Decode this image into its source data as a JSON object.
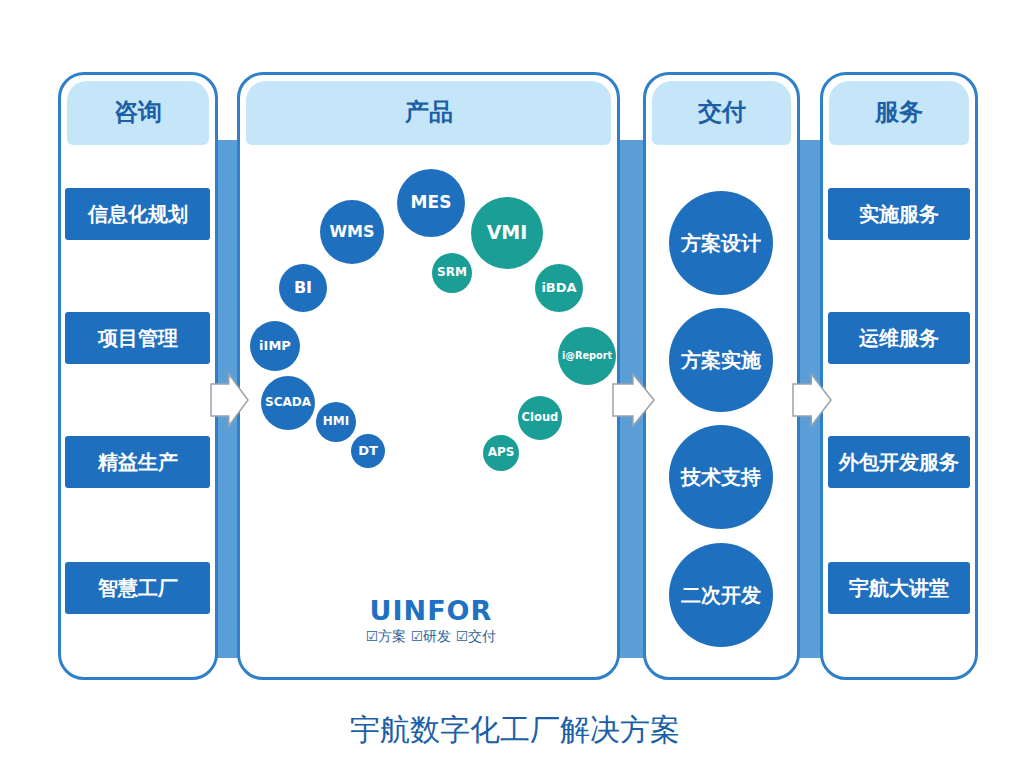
{
  "diagram": {
    "caption": "宇航数字化工厂解决方案",
    "nodes": [
      {
        "text": [
          "咨询"
        ]
      },
      {
        "text": [
          "信息化规划"
        ],
        "in": 0
      },
      {
        "text": [
          "项目管理"
        ],
        "in": 0
      },
      {
        "text": [
          "精益生产"
        ],
        "in": 0
      },
      {
        "text": [
          "智慧工厂"
        ],
        "in": 0
      },
      {
        "text": [
          "产品"
        ]
      },
      {
        "text": [
          "MES"
        ],
        "in": 5
      },
      {
        "text": [
          "WMS"
        ],
        "in": 5
      },
      {
        "text": [
          "VMI"
        ],
        "in": 5
      },
      {
        "text": [
          "BI"
        ],
        "in": 5
      },
      {
        "text": [
          "SRM"
        ],
        "in": 5
      },
      {
        "text": [
          "iBDA"
        ],
        "in": 5
      },
      {
        "text": [
          "iIMP"
        ],
        "in": 5
      },
      {
        "text": [
          "i@Report"
        ],
        "in": 5
      },
      {
        "text": [
          "SCADA"
        ],
        "in": 5
      },
      {
        "text": [
          "Cloud"
        ],
        "in": 5
      },
      {
        "text": [
          "HMI"
        ],
        "in": 5
      },
      {
        "text": [
          "DT"
        ],
        "in": 5
      },
      {
        "text": [
          "APS"
        ],
        "in": 5
      },
      {
        "text": [
          "交付"
        ]
      },
      {
        "text": [
          "方案设计"
        ],
        "in": 19
      },
      {
        "text": [
          "方案实施"
        ],
        "in": 19
      },
      {
        "text": [
          "技术支持"
        ],
        "in": 19
      },
      {
        "text": [
          "二次开发"
        ],
        "in": 19
      },
      {
        "text": [
          "服务"
        ]
      },
      {
        "text": [
          "实施服务"
        ],
        "in": 24
      },
      {
        "text": [
          "运维服务"
        ],
        "in": 24
      },
      {
        "text": [
          "外包开发服务"
        ],
        "in": 24
      },
      {
        "text": [
          "宇航大讲堂"
        ],
        "in": 24
      }
    ],
    "edges": [
      {
        "from": 0,
        "to": 5,
        "arrow": "to"
      },
      {
        "from": 5,
        "to": 19,
        "arrow": "to"
      },
      {
        "from": 19,
        "to": 24,
        "arrow": "to"
      }
    ],
    "labels": [
      "UINFOR",
      "☑方案 ☑研发 ☑交付"
    ]
  }
}
